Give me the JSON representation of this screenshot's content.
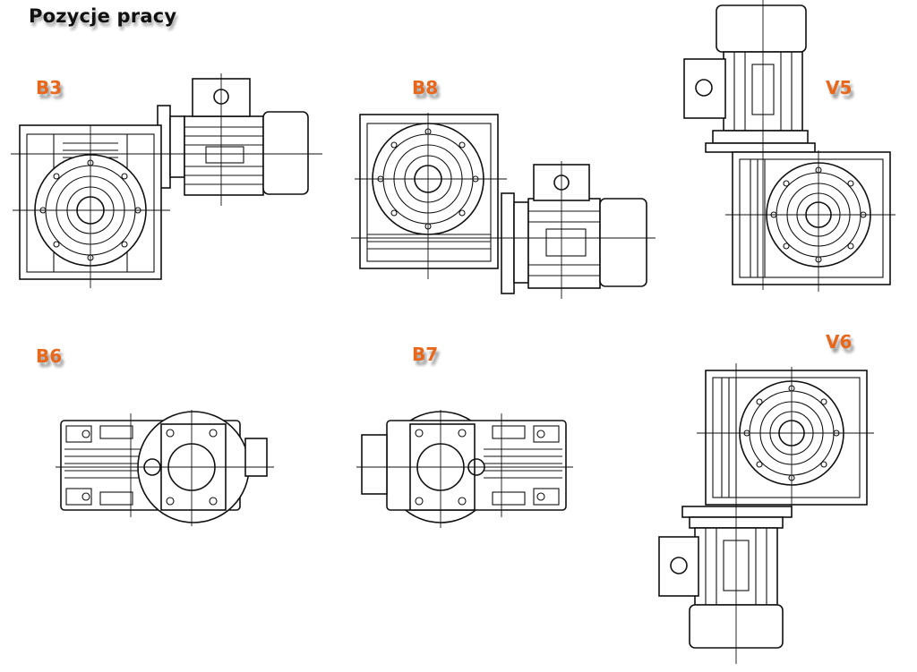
{
  "page": {
    "title": "Pozycje pracy"
  },
  "positions": [
    {
      "id": "B3",
      "label": "B3"
    },
    {
      "id": "B8",
      "label": "B8"
    },
    {
      "id": "V5",
      "label": "V5"
    },
    {
      "id": "B6",
      "label": "B6"
    },
    {
      "id": "B7",
      "label": "B7"
    },
    {
      "id": "V6",
      "label": "V6"
    }
  ],
  "colors": {
    "label": "#e8671a",
    "line": "#111111",
    "background": "#ffffff"
  }
}
